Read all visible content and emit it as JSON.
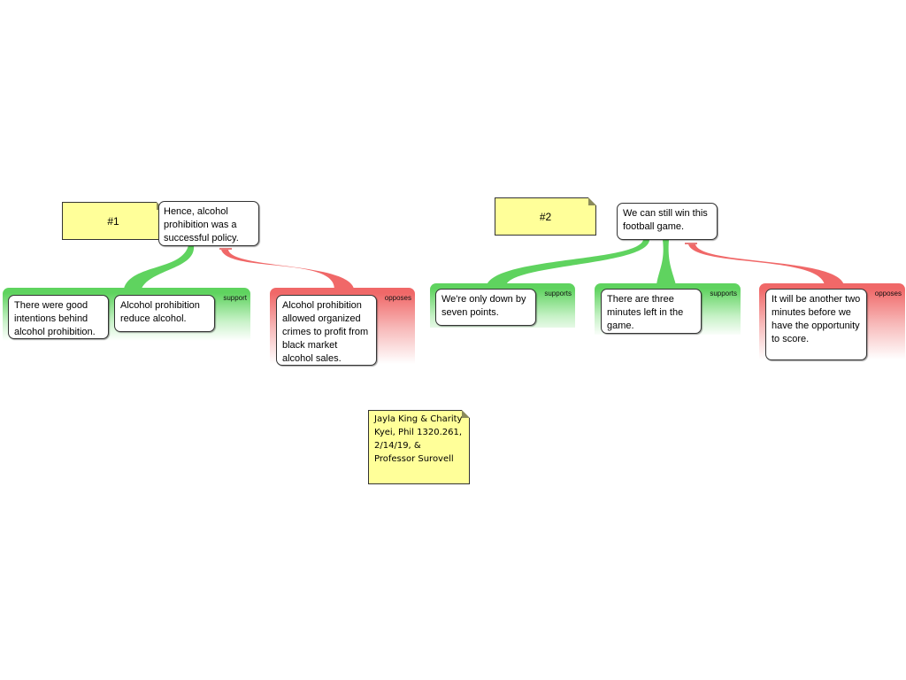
{
  "colors": {
    "support": "#5fd35f",
    "oppose": "#f06868",
    "note": "#ffff99"
  },
  "map1": {
    "note_label": "#1",
    "claim": "Hence, alcohol prohibition was a successful policy.",
    "support_group": {
      "label": "support",
      "reasons": [
        "There were good intentions behind alcohol prohibition.",
        "Alcohol prohibition reduce alcohol."
      ]
    },
    "oppose_group": {
      "label": "opposes",
      "reasons": [
        "Alcohol prohibition allowed organized crimes to profit from black market alcohol sales."
      ]
    }
  },
  "map2": {
    "note_label": "#2",
    "claim": "We can still win this football game.",
    "support_group_1": {
      "label": "supports",
      "reason": "We're only down by seven points."
    },
    "support_group_2": {
      "label": "supports",
      "reason": "There are three minutes left in the game."
    },
    "oppose_group": {
      "label": "opposes",
      "reason": "It will be another two minutes before we have the opportunity to score."
    }
  },
  "credits": "Jayla King & Charity Kyei, Phil 1320.261, 2/14/19, & Professor Surovell"
}
